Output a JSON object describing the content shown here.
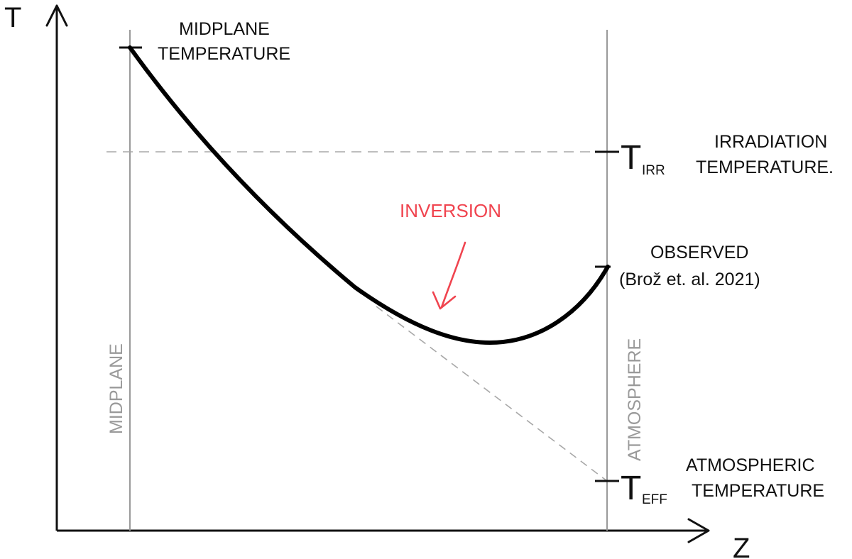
{
  "colors": {
    "ink": "#111111",
    "guide": "#9a9a9a",
    "dashed": "#a8a8a8",
    "accent": "#f0444f"
  },
  "axes": {
    "y_label": "T",
    "x_label": "Z"
  },
  "labels": {
    "midplane_temperature": [
      "MIDPLANE",
      "TEMPERATURE"
    ],
    "irradiation_temperature": [
      "IRRADIATION",
      "TEMPERATURE."
    ],
    "observed": [
      "OBSERVED",
      "(Brož et. al. 2021)"
    ],
    "atmospheric_temperature": [
      "ATMOSPHERIC",
      "TEMPERATURE"
    ],
    "inversion": "INVERSION",
    "t_irr": {
      "symbol": "T",
      "subscript": "IRR"
    },
    "t_eff": {
      "symbol": "T",
      "subscript": "EFF"
    },
    "midplane_line": "MIDPLANE",
    "atmosphere_line": "ATMOSPHERE"
  }
}
